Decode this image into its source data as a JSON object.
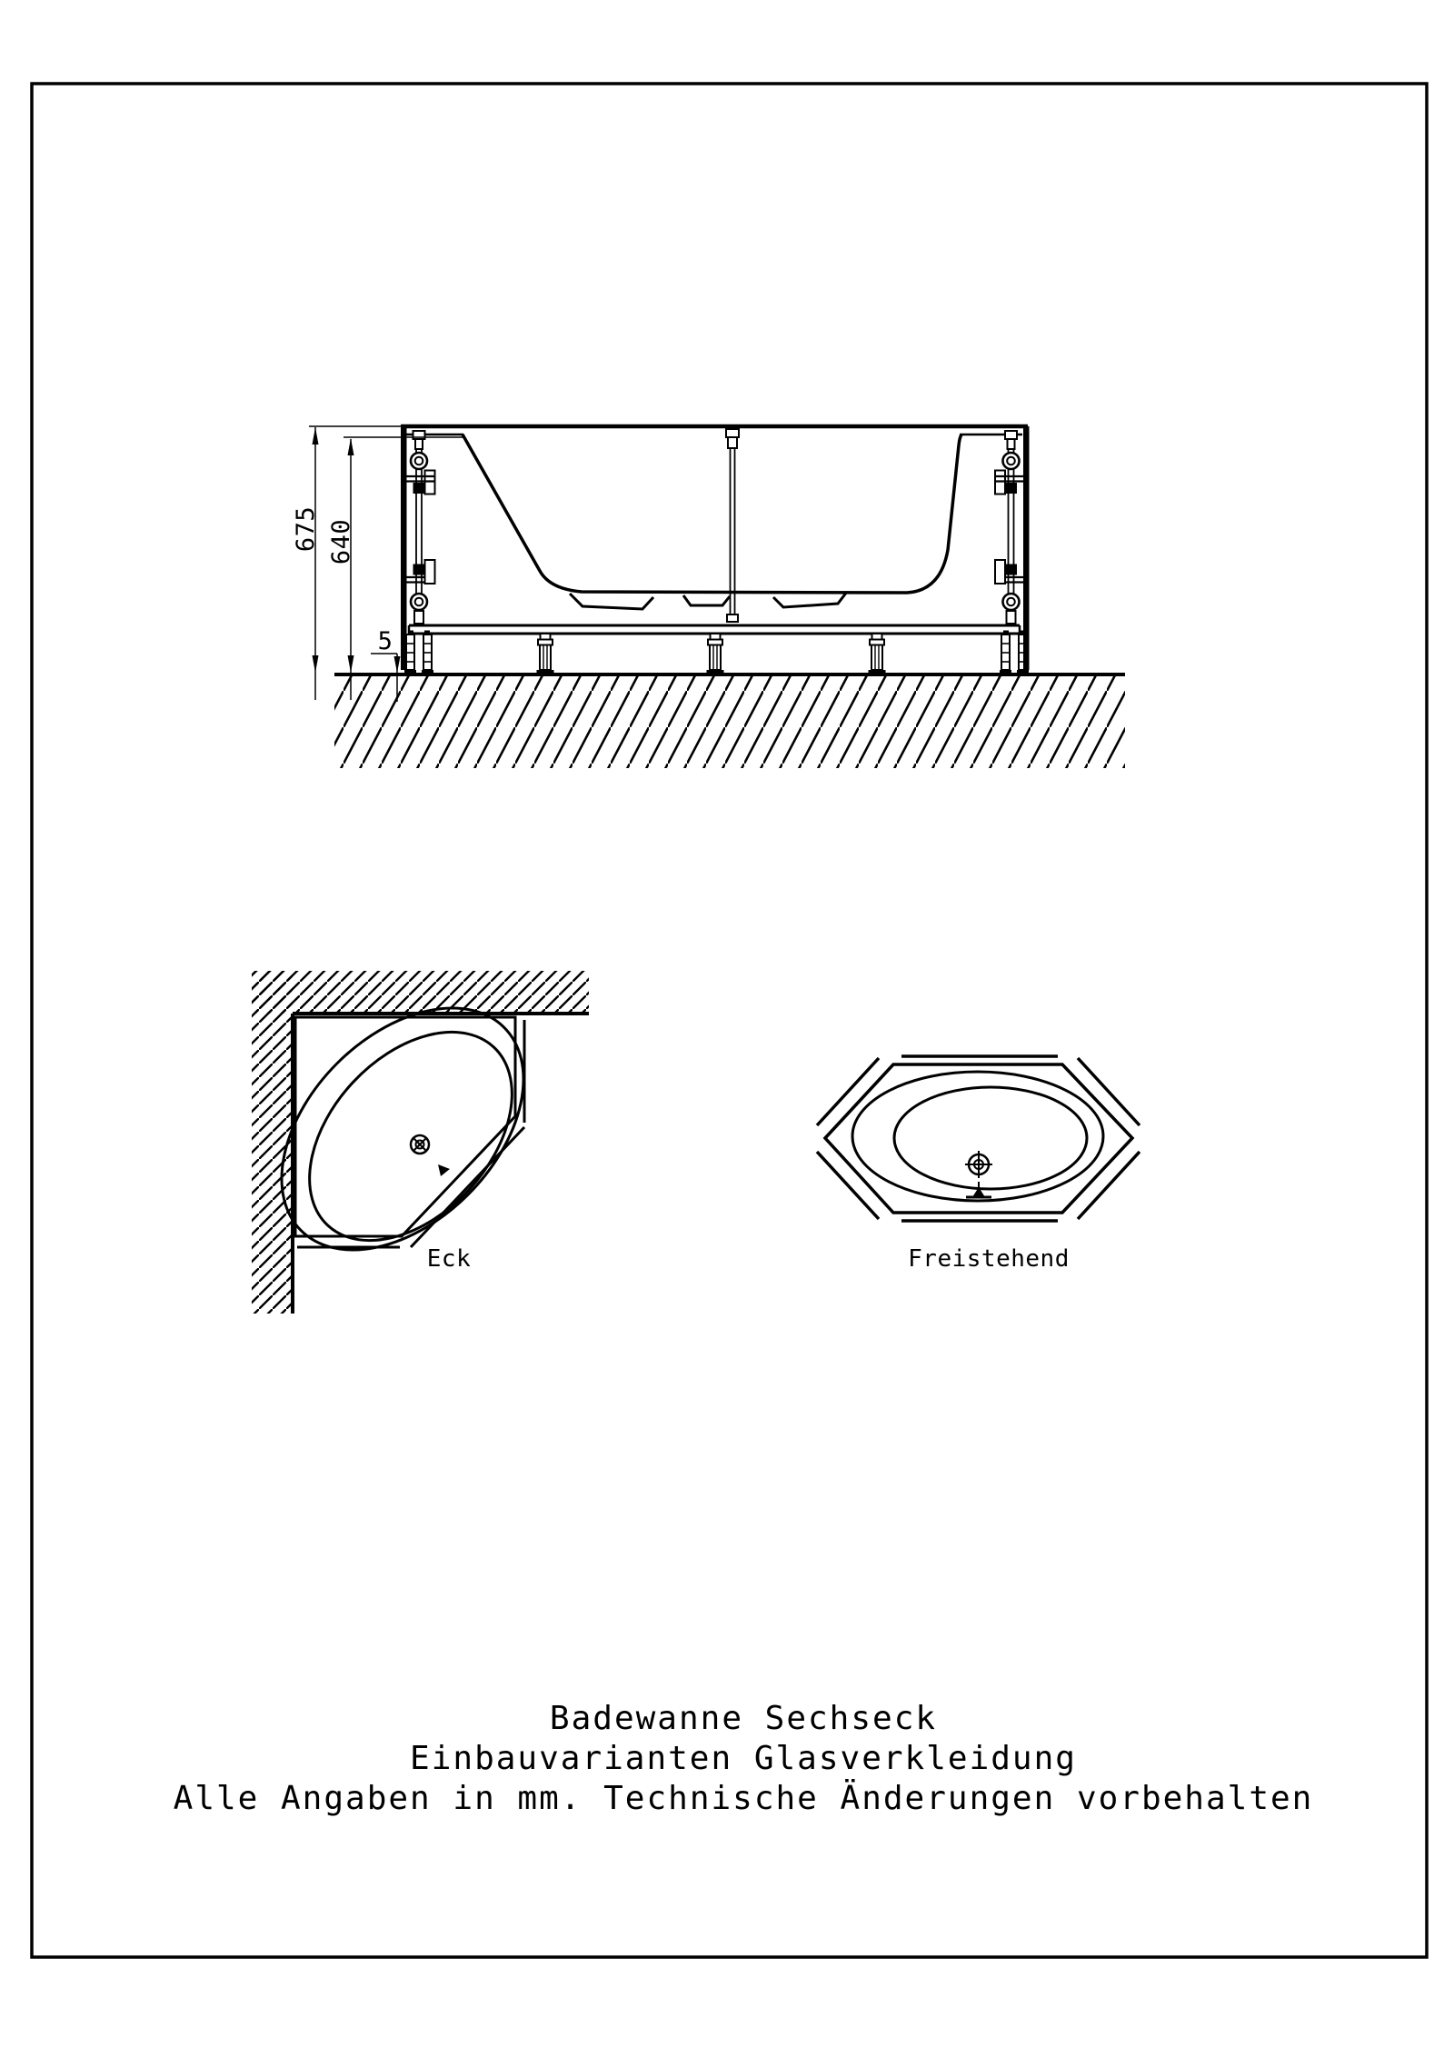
{
  "sheet": {
    "background": "#ffffff",
    "line_color": "#000000"
  },
  "elevation": {
    "dim_total_height": "675",
    "dim_frame_height": "640",
    "dim_floor_gap": "5"
  },
  "variants": {
    "corner_label": "Eck",
    "freestanding_label": "Freistehend"
  },
  "title_block": {
    "line1": "Badewanne Sechseck",
    "line2": "Einbauvarianten Glasverkleidung",
    "line3": "Alle Angaben in mm. Technische Änderungen vorbehalten"
  }
}
